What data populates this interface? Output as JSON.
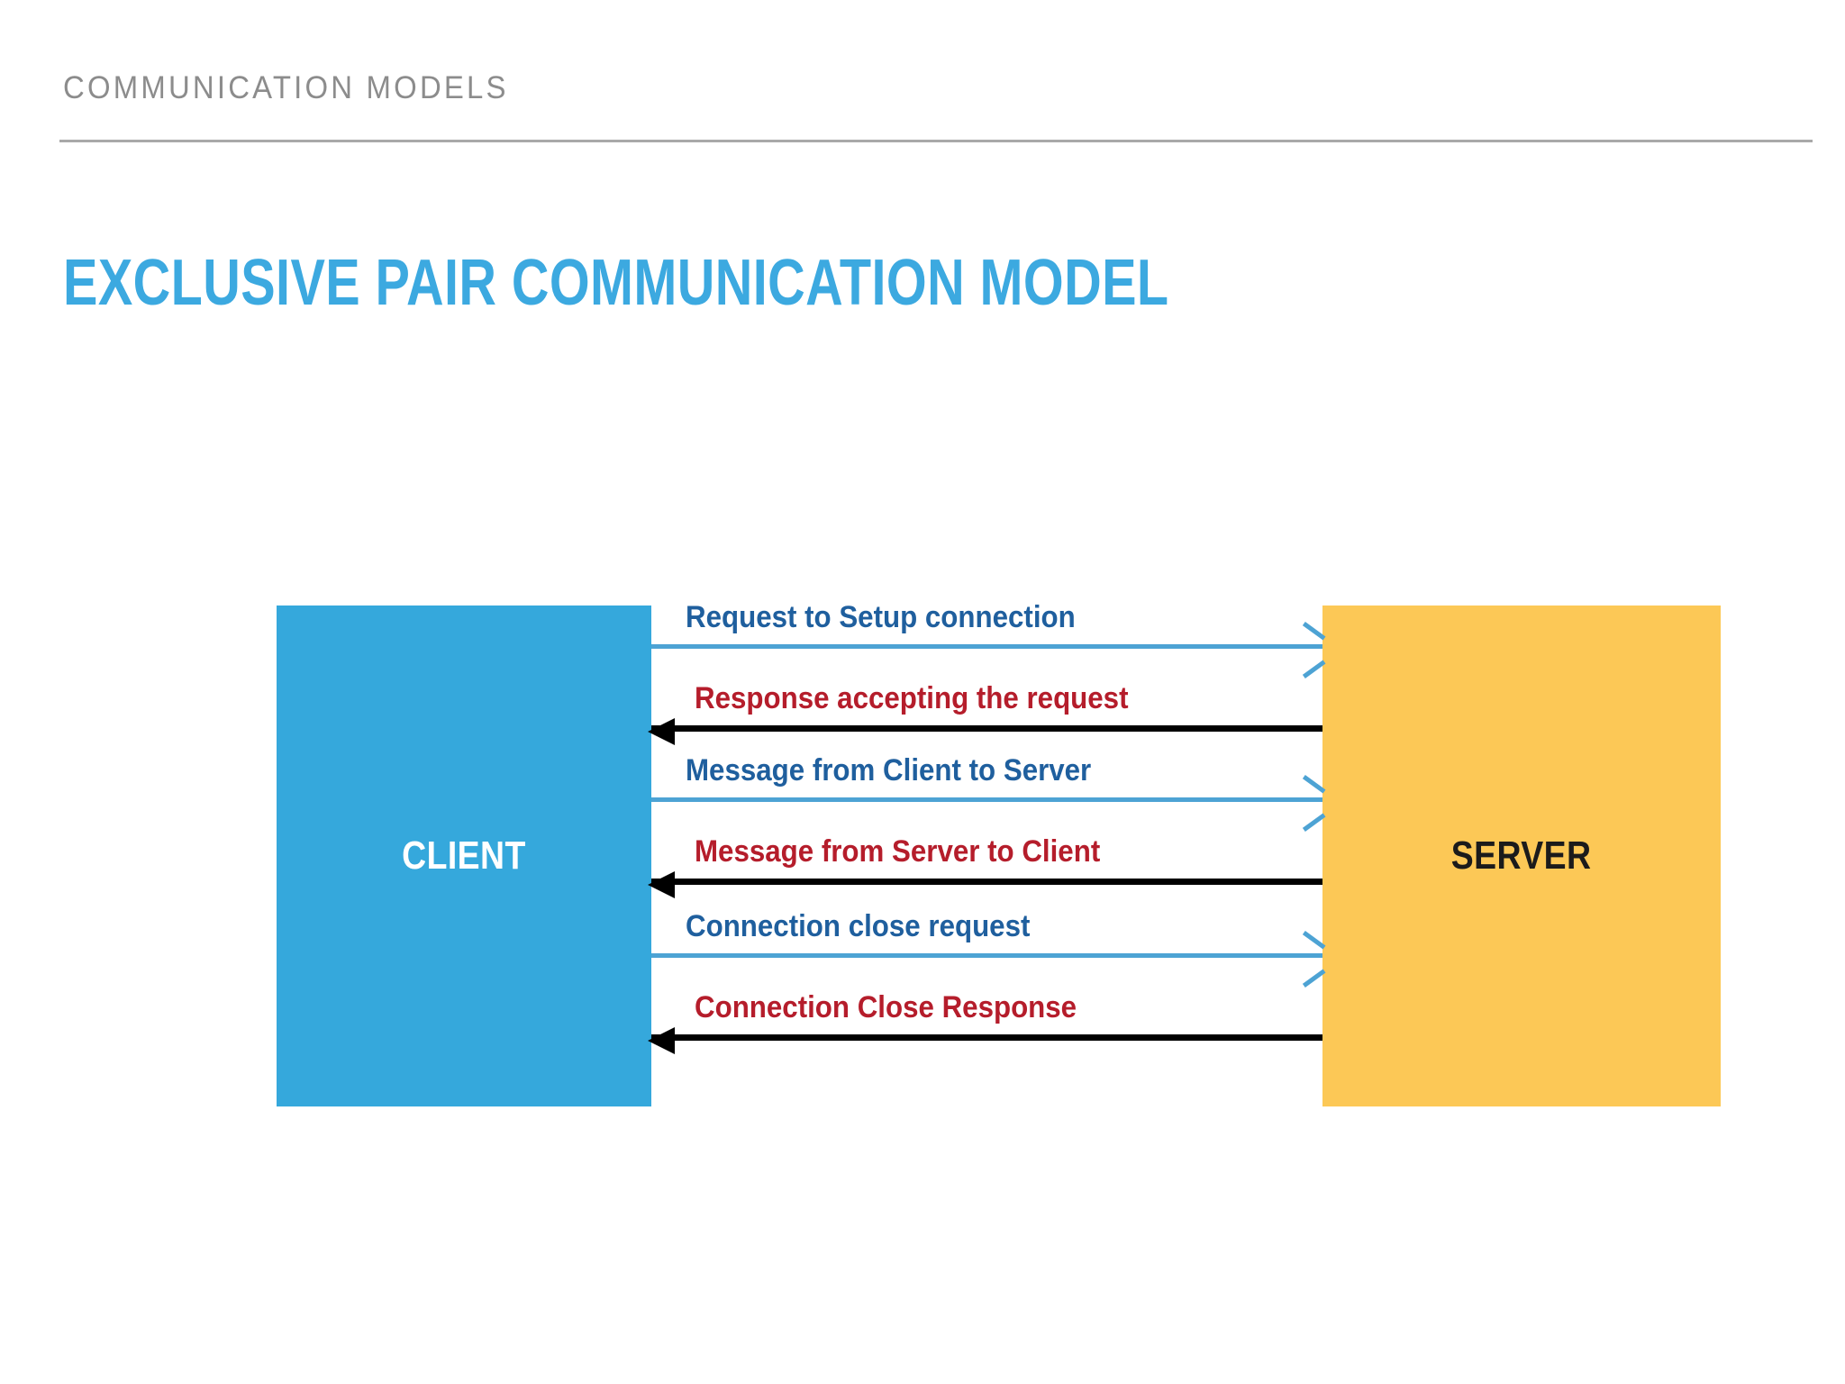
{
  "header": {
    "eyebrow": "COMMUNICATION MODELS",
    "title": "EXCLUSIVE PAIR COMMUNICATION MODEL",
    "rule_color": "#a9a9a9",
    "title_color": "#3ca9e0",
    "eyebrow_color": "#8c8c8c"
  },
  "diagram": {
    "type": "sequence",
    "nodes": [
      {
        "id": "client",
        "label": "CLIENT",
        "fill": "#35a8dc",
        "text_color": "#ffffff",
        "side": "left"
      },
      {
        "id": "server",
        "label": "SERVER",
        "fill": "#fcc856",
        "text_color": "#1b1b1b",
        "side": "right"
      }
    ],
    "messages": [
      {
        "index": 1,
        "label": "Request to Setup connection",
        "direction": "client-to-server",
        "label_color": "#1f5f9e",
        "line_color": "#4da3d4"
      },
      {
        "index": 2,
        "label": "Response accepting the request",
        "direction": "server-to-client",
        "label_color": "#b51d2b",
        "line_color": "#000000"
      },
      {
        "index": 3,
        "label": "Message from Client to Server",
        "direction": "client-to-server",
        "label_color": "#1f5f9e",
        "line_color": "#4da3d4"
      },
      {
        "index": 4,
        "label": "Message from Server to Client",
        "direction": "server-to-client",
        "label_color": "#b51d2b",
        "line_color": "#000000"
      },
      {
        "index": 5,
        "label": "Connection close request",
        "direction": "client-to-server",
        "label_color": "#1f5f9e",
        "line_color": "#4da3d4"
      },
      {
        "index": 6,
        "label": "Connection Close Response",
        "direction": "server-to-client",
        "label_color": "#b51d2b",
        "line_color": "#000000"
      }
    ]
  }
}
